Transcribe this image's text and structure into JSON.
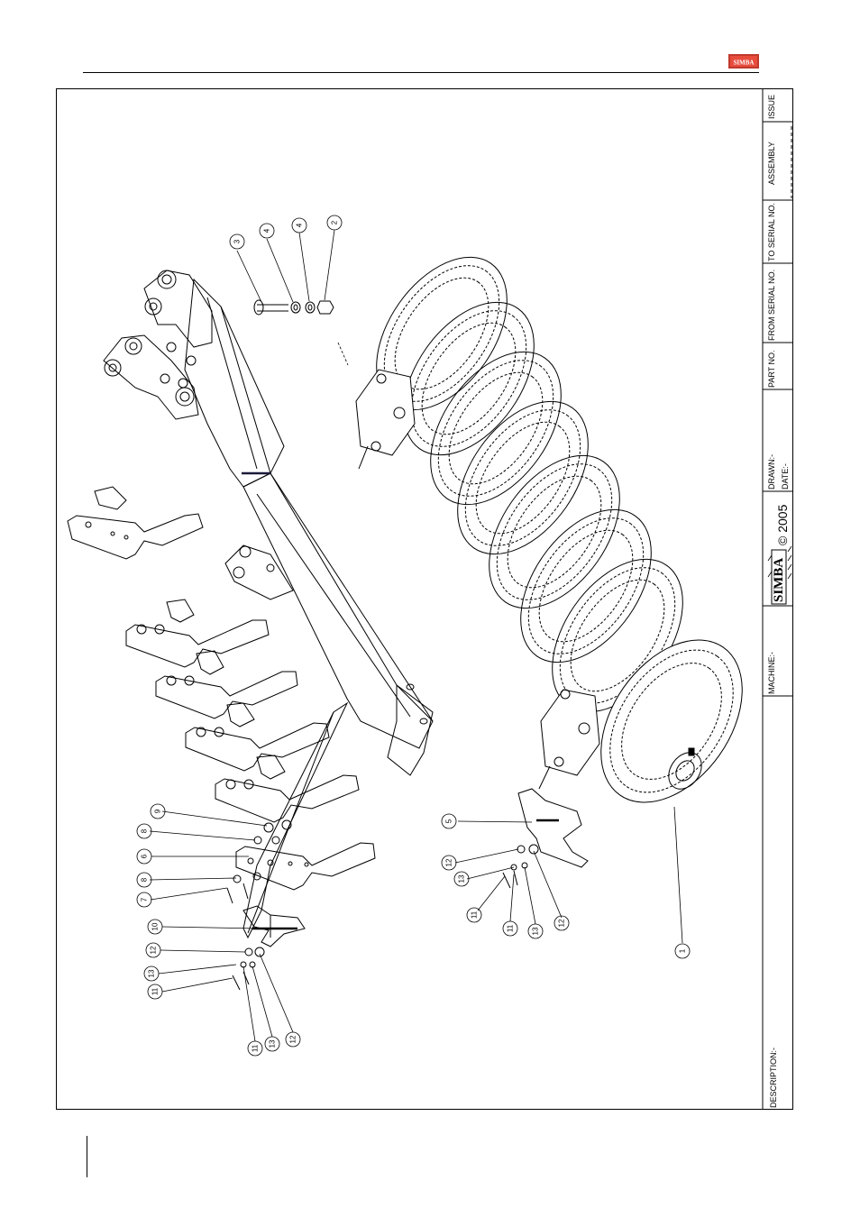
{
  "header": {
    "logo_text": "SIMBA"
  },
  "title_block": {
    "issue_label": "ISSUE",
    "assembly_label": "ASSEMBLY",
    "to_serial_label": "TO SERIAL NO.",
    "from_serial_label": "FROM SERIAL NO.",
    "part_no_label": "PART NO.",
    "drawn_label": "DRAWN:-",
    "date_label": "DATE:-",
    "brand": "SIMBA",
    "copyright": "© 2005",
    "machine_label": "MACHINE:-",
    "description_label": "DESCRIPTION:-"
  },
  "callouts": [
    "1",
    "2",
    "3",
    "4",
    "4",
    "5",
    "6",
    "7",
    "8",
    "8",
    "9",
    "10",
    "11",
    "11",
    "11",
    "11",
    "12",
    "12",
    "12",
    "12",
    "13",
    "13",
    "13",
    "13"
  ],
  "colors": {
    "line": "#000000",
    "accent": "#c0392b",
    "background": "#ffffff"
  }
}
